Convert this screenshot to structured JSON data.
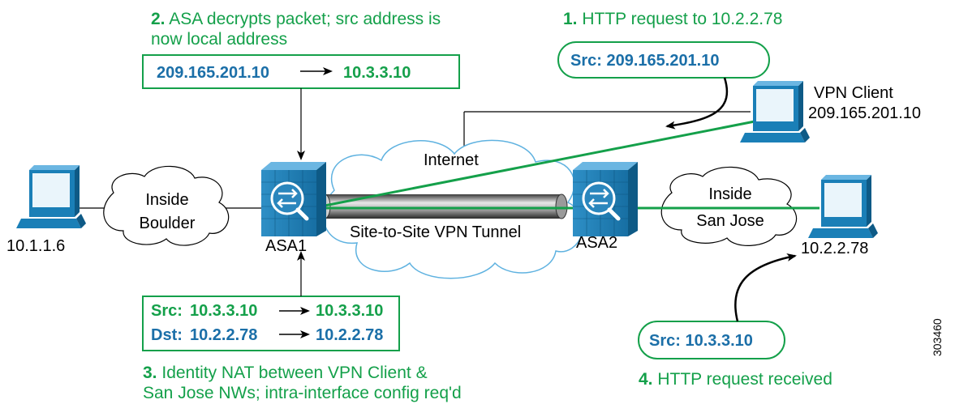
{
  "colors": {
    "green": "#14a04a",
    "blue": "#1b6fa8",
    "device_blue": "#1a7fb7",
    "black": "#000000"
  },
  "step1": {
    "num": "1.",
    "text": "HTTP request to 10.2.2.78",
    "bubble": "Src: 209.165.201.10"
  },
  "step2": {
    "num": "2.",
    "line1": "ASA decrypts packet; src address is",
    "line2": "now local address",
    "from": "209.165.201.10",
    "to": "10.3.3.10"
  },
  "step3": {
    "num": "3.",
    "line1": "Identity NAT between VPN Client &",
    "line2": "San Jose NWs; intra-interface config req'd",
    "src_label": "Src:",
    "src_from": "10.3.3.10",
    "src_to": "10.3.3.10",
    "dst_label": "Dst:",
    "dst_from": "10.2.2.78",
    "dst_to": "10.2.2.78"
  },
  "step4": {
    "num": "4.",
    "text": "HTTP request received",
    "bubble": "Src: 10.3.3.10"
  },
  "vpn_client": {
    "name": "VPN Client",
    "ip": "209.165.201.10"
  },
  "host_left": {
    "ip": "10.1.1.6"
  },
  "host_right": {
    "ip": "10.2.2.78"
  },
  "cloud_boulder": {
    "line1": "Inside",
    "line2": "Boulder"
  },
  "cloud_sanjose": {
    "line1": "Inside",
    "line2": "San Jose"
  },
  "cloud_internet": {
    "label": "Internet"
  },
  "tunnel": {
    "label": "Site-to-Site VPN Tunnel"
  },
  "asa1": {
    "label": "ASA1"
  },
  "asa2": {
    "label": "ASA2"
  },
  "figure_id": "303460"
}
